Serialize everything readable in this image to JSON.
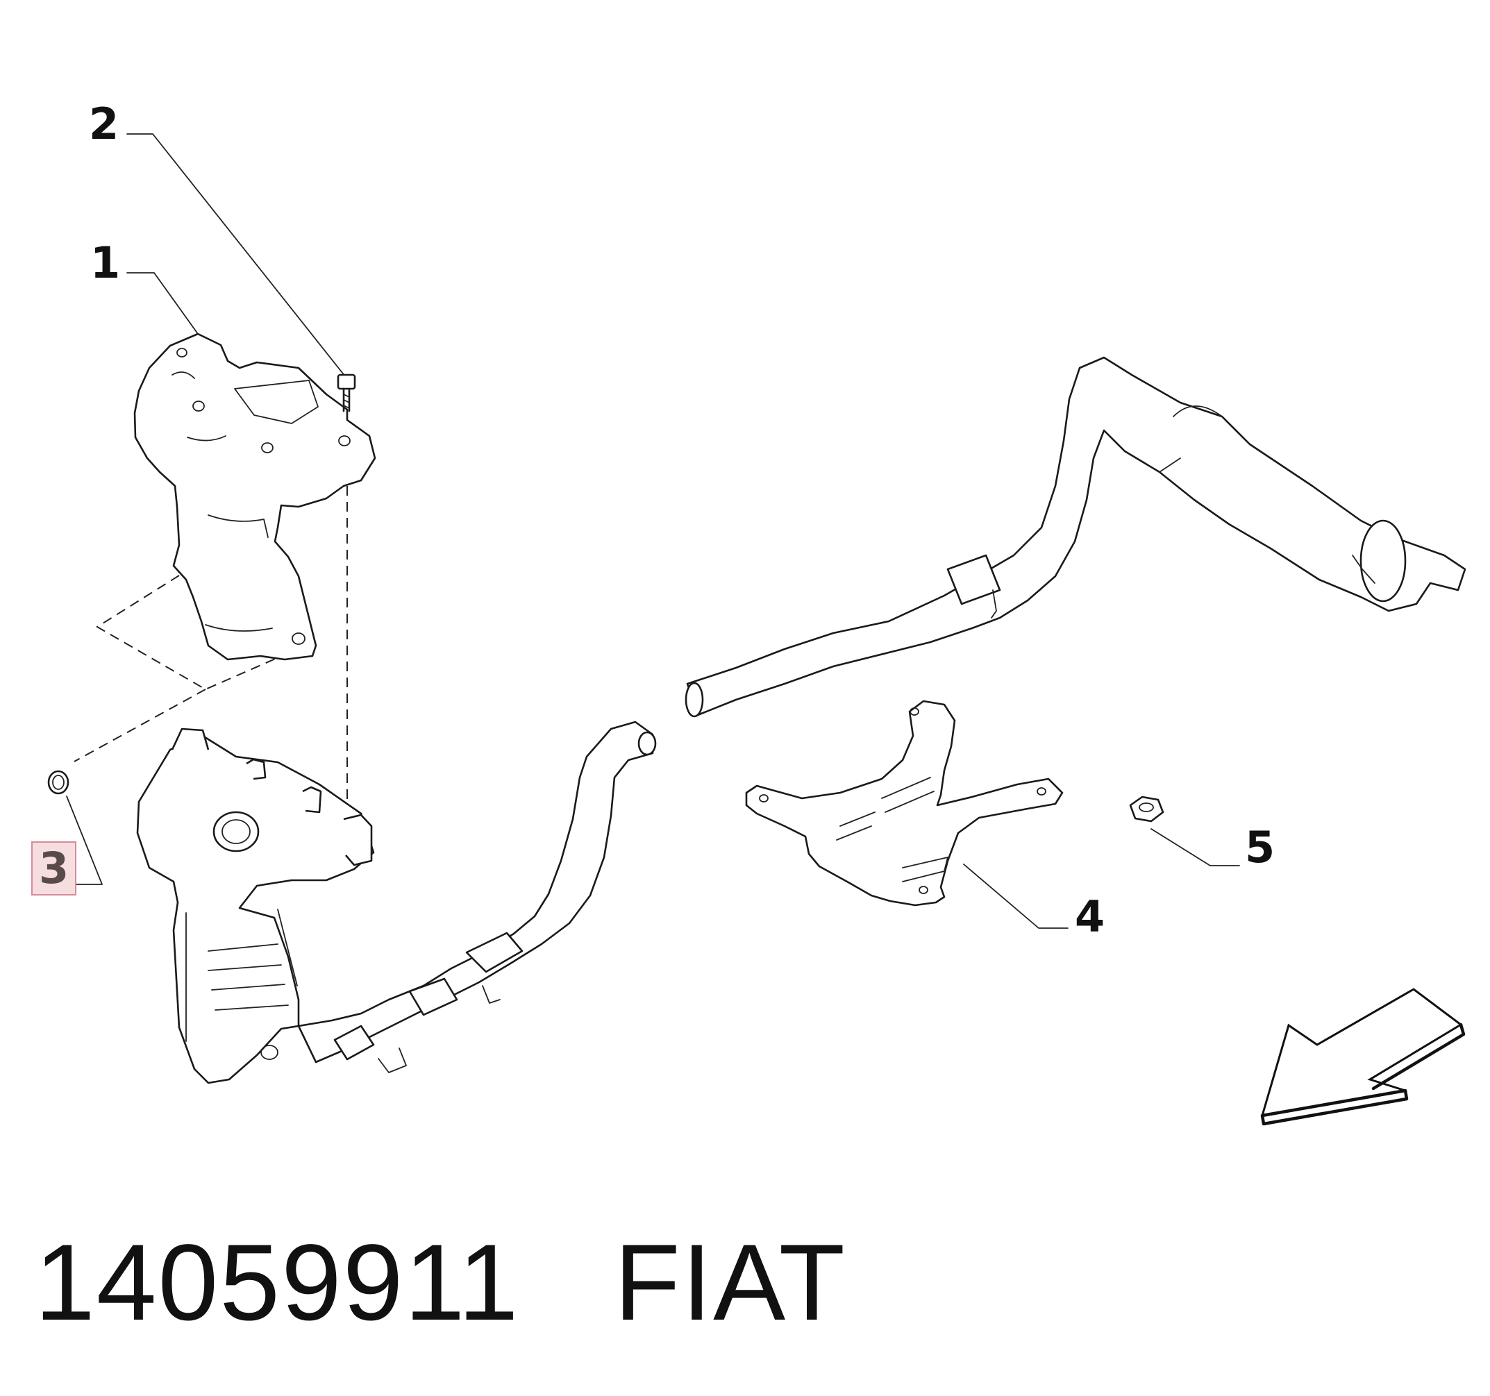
{
  "callouts": [
    {
      "id": "1",
      "label": "1"
    },
    {
      "id": "2",
      "label": "2"
    },
    {
      "id": "3",
      "label": "3",
      "highlighted": true
    },
    {
      "id": "4",
      "label": "4"
    },
    {
      "id": "5",
      "label": "5"
    }
  ],
  "footer": {
    "part_number": "14059911",
    "brand": "FIAT"
  },
  "colors": {
    "line": "#1a1a1a",
    "highlight_fill": "#f6dde0",
    "highlight_border": "#d98b95"
  }
}
